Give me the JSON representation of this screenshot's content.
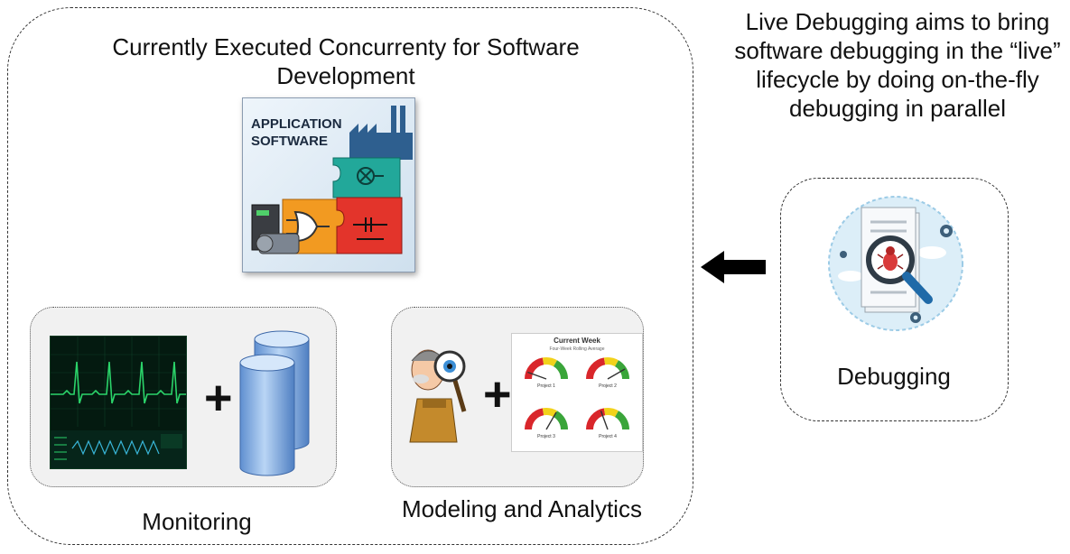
{
  "main": {
    "title": "Currently Executed Concurrenty for Software Development",
    "app_card_text": "APPLICATION SOFTWARE",
    "monitoring": {
      "label": "Monitoring",
      "plus": "+"
    },
    "modeling": {
      "label": "Modeling and Analytics",
      "plus": "+",
      "dashboard_title": "Current Week",
      "dashboard_subtitle": "Four-Week Rolling Average",
      "gauge_labels": [
        "Project 1",
        "Project 2",
        "Project 3",
        "Project 4"
      ]
    }
  },
  "side": {
    "description": "Live Debugging aims to bring software debugging in the “live” lifecycle by doing on-the-fly debugging in parallel",
    "debugging_label": "Debugging"
  },
  "colors": {
    "frame_stroke": "#333333",
    "panel_fill": "#f1f1f1",
    "ecg_trace": "#2bd46a",
    "database": "#8fb8e6",
    "gauge_red": "#d9262b",
    "gauge_yellow": "#f2d21b",
    "gauge_green": "#3aa53a",
    "arrow": "#000000"
  },
  "icons": [
    "application-software-puzzle-icon",
    "ecg-monitor-icon",
    "database-icon",
    "detective-magnifier-icon",
    "gauge-dashboard-icon",
    "bug-search-document-icon",
    "left-arrow-icon"
  ]
}
